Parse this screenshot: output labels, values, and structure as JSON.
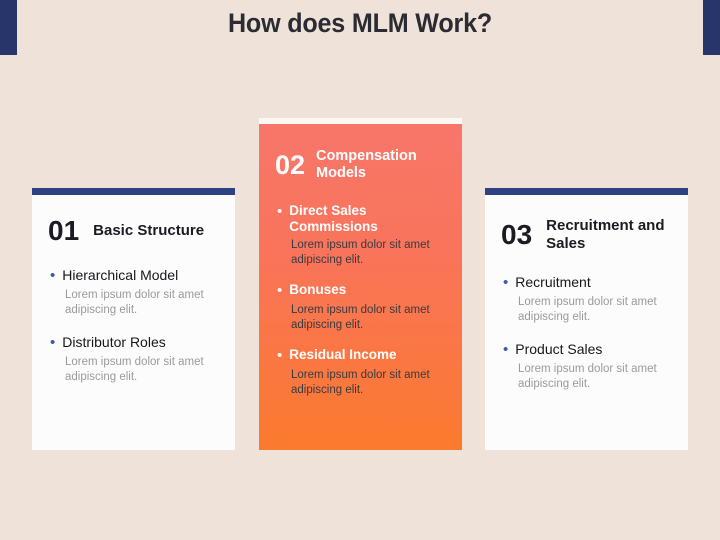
{
  "slide": {
    "title": "How does MLM Work?",
    "background_color": "#EFE3D9",
    "accent_navy": "#27356B",
    "accent_orange_top": "#F7766A",
    "accent_orange_bottom": "#FB7A2E"
  },
  "cards": [
    {
      "number": "01",
      "heading": "Basic Structure",
      "style": "light",
      "items": [
        {
          "title": "Hierarchical Model",
          "description": "Lorem ipsum dolor sit amet adipiscing elit."
        },
        {
          "title": "Distributor Roles",
          "description": "Lorem ipsum dolor sit amet adipiscing elit."
        }
      ]
    },
    {
      "number": "02",
      "heading": "Compensation Models",
      "style": "highlighted",
      "items": [
        {
          "title": "Direct Sales Commissions",
          "description": "Lorem ipsum dolor sit amet adipiscing elit."
        },
        {
          "title": "Bonuses",
          "description": "Lorem ipsum dolor sit amet adipiscing elit."
        },
        {
          "title": "Residual Income",
          "description": "Lorem ipsum dolor sit amet adipiscing elit."
        }
      ]
    },
    {
      "number": "03",
      "heading": "Recruitment and Sales",
      "style": "light",
      "items": [
        {
          "title": "Recruitment",
          "description": "Lorem ipsum dolor sit amet adipiscing elit."
        },
        {
          "title": "Product Sales",
          "description": "Lorem ipsum dolor sit amet adipiscing elit."
        }
      ]
    }
  ],
  "bullet_glyph": "•"
}
